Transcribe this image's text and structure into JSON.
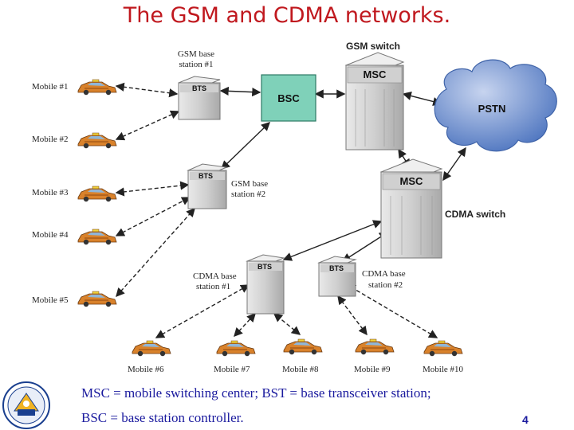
{
  "title": "The GSM and CDMA networks.",
  "labels": {
    "gsm_switch": "GSM switch",
    "cdma_switch": "CDMA switch",
    "gsm_base_1_l1": "GSM base",
    "gsm_base_1_l2": "station #1",
    "gsm_base_2_l1": "GSM base",
    "gsm_base_2_l2": "station #2",
    "cdma_base_1_l1": "CDMA base",
    "cdma_base_1_l2": "station #1",
    "cdma_base_2_l1": "CDMA base",
    "cdma_base_2_l2": "station #2"
  },
  "nodes": {
    "msc_gsm": "MSC",
    "msc_cdma": "MSC",
    "bsc": "BSC",
    "pstn": "PSTN",
    "bts_gsm_1": "BTS",
    "bts_gsm_2": "BTS",
    "bts_cdma_1": "BTS",
    "bts_cdma_2": "BTS"
  },
  "mobiles": {
    "m1": "Mobile #1",
    "m2": "Mobile #2",
    "m3": "Mobile #3",
    "m4": "Mobile #4",
    "m5": "Mobile #5",
    "m6": "Mobile #6",
    "m7": "Mobile #7",
    "m8": "Mobile #8",
    "m9": "Mobile #9",
    "m10": "Mobile #10"
  },
  "footer": {
    "line1": "MSC = mobile switching center; BST = base transceiver station;",
    "line2": "BSC = base station controller."
  },
  "page_number": "4",
  "colors": {
    "title": "#c0181e",
    "footer_text": "#1a1a9e",
    "bsc_fill": "#7fd1b9",
    "pstn_fill": "#5f86cc",
    "server_fill": "#d6d6d6"
  }
}
